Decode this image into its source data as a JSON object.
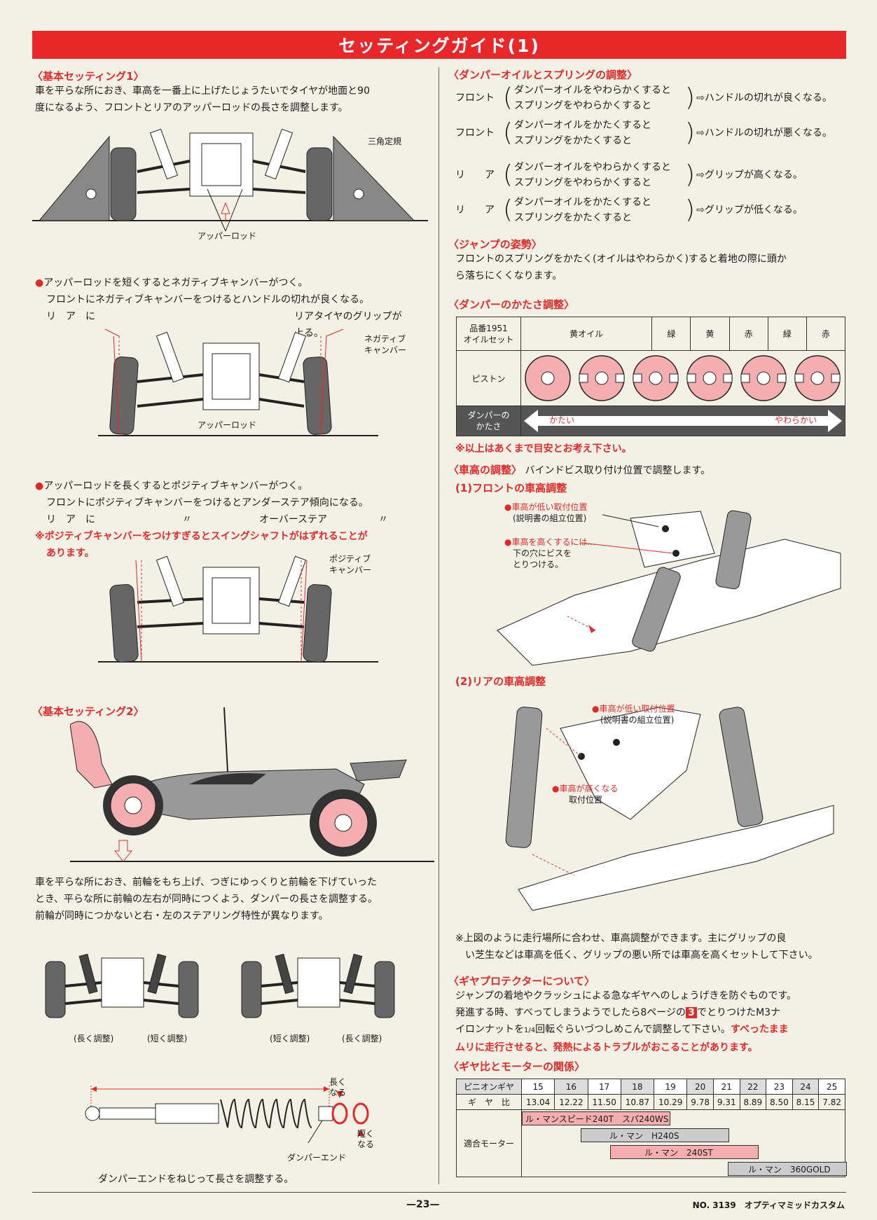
{
  "title": "セッティングガイド(1)",
  "basic1": {
    "heading": "〈基本セッティング1〉",
    "text": [
      "車を平らな所におき、車高を一番上に上げたじょうたいでタイヤが地面と90",
      "度になるよう、フロントとリアのアッパーロッドの長さを調整します。"
    ],
    "label_triangle": "三角定規",
    "label_rod": "アッパーロッド"
  },
  "neg": {
    "lines": [
      "アッパーロッドを短くするとネガティブキャンバーがつく。",
      "フロントにネガティブキャンバーをつけるとハンドルの切れが良くなる。",
      "リ　ア　に",
      "リアタイヤのグリップが上る。"
    ],
    "label_camber": [
      "ネガティブ",
      "キャンバー"
    ],
    "label_rod": "アッパーロッド"
  },
  "pos": {
    "lines": [
      "アッパーロッドを長くするとポジティブキャンバーがつく。",
      "フロントにポジティブキャンバーをつけるとアンダーステア傾向になる。",
      "リ　ア　に",
      "〃",
      "オーバーステア",
      "〃"
    ],
    "warning": [
      "※ポジティブキャンバーをつけすぎるとスイングシャフトがはずれることが",
      "あります。"
    ],
    "label_camber": [
      "ポジティブ",
      "キャンバー"
    ]
  },
  "basic2": {
    "heading": "〈基本セッティング2〉",
    "text": [
      "車を平らな所におき、前輪をもち上げ、つぎにゆっくりと前輪を下げていった",
      "とき、平らな所に前輪の左右が同時につくよう、ダンパーの長さを調整する。",
      "前輪が同時につかないと右・左のステアリング特性が異なります。"
    ],
    "labels": [
      "(長く調整)",
      "(短く調整)",
      "(短く調整)",
      "(長く調整)"
    ],
    "long": [
      "長く",
      "なる"
    ],
    "short": [
      "短く",
      "なる"
    ],
    "damper_end": "ダンパーエンド",
    "caption": "ダンパーエンドをねじって長さを調整する。"
  },
  "damper_oil": {
    "heading": "〈ダンパーオイルとスプリングの調整〉",
    "rows": [
      {
        "label": "フロント",
        "a": "ダンパーオイルをやわらかくすると",
        "b": "スプリングをやわらかくすると",
        "result": "⇨ハンドルの切れが良くなる。"
      },
      {
        "label": "フロント",
        "a": "ダンパーオイルをかたくすると",
        "b": "スプリングをかたくすると",
        "result": "⇨ハンドルの切れが悪くなる。"
      },
      {
        "label": "リ　　ア",
        "a": "ダンパーオイルをやわらかくすると",
        "b": "スプリングをやわらかくすると",
        "result": "⇨グリップが高くなる。"
      },
      {
        "label": "リ　　ア",
        "a": "ダンパーオイルをかたくすると",
        "b": "スプリングをかたくすると",
        "result": "⇨グリップが低くなる。"
      }
    ]
  },
  "jump": {
    "heading": "〈ジャンプの姿勢〉",
    "text": [
      "フロントのスプリングをかたく(オイルはやわらかく)すると着地の際に頭か",
      "ら落ちにくくなります。"
    ]
  },
  "hardness": {
    "heading": "〈ダンパーのかたさ調整〉",
    "header_cell": [
      "品番1951",
      "オイルセット"
    ],
    "oils": [
      "黄オイル",
      "緑",
      "黄",
      "赤",
      "緑",
      "赤"
    ],
    "piston_label": "ピストン",
    "hardness_label": [
      "ダンパーの",
      "かたさ"
    ],
    "hard": "かたい",
    "soft": "やわらかい",
    "note": "※以上はあくまで目安とお考え下さい。"
  },
  "height": {
    "heading": "〈車高の調整〉",
    "heading_tail": "バインドビス取り付け位置で調整します。",
    "front_heading": "(1)フロントの車高調整",
    "front_low": "●車高が低い取付位置",
    "front_low_sub": "(説明書の組立位置)",
    "front_high": "●車高を高くするには…",
    "front_high_sub": [
      "下の穴にビスを",
      "とりつける。"
    ],
    "rear_heading": "(2)リアの車高調整",
    "rear_low": "●車高が低い取付位置",
    "rear_low_sub": "(説明書の組立位置)",
    "rear_high": "●車高が高くなる",
    "rear_high_sub": "取付位置",
    "note": [
      "※上図のように走行場所に合わせ、車高調整ができます。主にグリップの良",
      "い芝生などは車高を低く、グリップの悪い所では車高を高くセットして下さい。"
    ]
  },
  "gear_protector": {
    "heading": "〈ギヤプロテクターについて〉",
    "line1": "ジャンプの着地やクラッシュによる急なギヤへのしょうげきを防ぐものです。",
    "line2a": "発進する時、すべってしまうようでしたら8ページの",
    "circled": "3",
    "line2b": "でとりつけたM3ナ",
    "line3a": "イロンナットを",
    "fraction": "1/4",
    "line3b": "回転ぐらいづつしめこんで調整して下さい。",
    "line3red": "すべったまま",
    "line4red": "ムリに走行させると、発熱によるトラブルがおこることがあります。"
  },
  "gear_ratio": {
    "heading": "〈ギヤ比とモーターの関係〉",
    "pinion_label": "ピニオンギヤ",
    "ratio_label": "ギ　ヤ　比",
    "motor_label": "適合モーター",
    "pinions": [
      "15",
      "16",
      "17",
      "18",
      "19",
      "20",
      "21",
      "22",
      "23",
      "24",
      "25"
    ],
    "ratios": [
      "13.04",
      "12.22",
      "11.50",
      "10.87",
      "10.29",
      "9.78",
      "9.31",
      "8.89",
      "8.50",
      "8.15",
      "7.82"
    ],
    "motors": [
      "ル・マンスピード240T　スパ240WS",
      "ル・マン　H240S",
      "ル・マン　240ST",
      "ル・マン　360GOLD"
    ]
  },
  "footer": {
    "page": "—23—",
    "model": "NO. 3139　オプティマミッドカスタム"
  },
  "colors": {
    "red": "#e8272a",
    "pink": "#f4aeb0",
    "bg": "#f3f1e6"
  }
}
